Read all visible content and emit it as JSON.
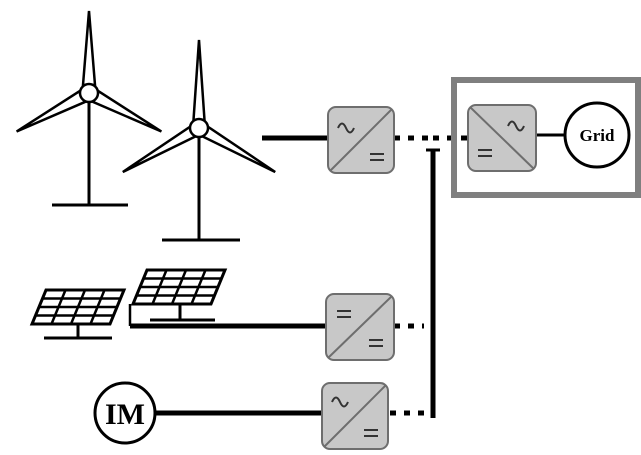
{
  "diagram": {
    "grid_label": "Grid",
    "motor_label": "IM",
    "colors": {
      "line": "#000000",
      "converter_fill": "#c8c8c8",
      "converter_stroke": "#6e6e6e",
      "grid_box_stroke": "#7f7f7f",
      "panel_stroke": "#000000",
      "background": "#ffffff"
    },
    "nodes": [
      {
        "id": "wind-turbines",
        "kind": "source",
        "icon": "wind-turbine-icon"
      },
      {
        "id": "solar-panels",
        "kind": "source",
        "icon": "solar-panel-icon"
      },
      {
        "id": "induction-machine",
        "kind": "source",
        "icon": "induction-machine-icon"
      },
      {
        "id": "wind-converter",
        "kind": "converter",
        "type": "ac-dc"
      },
      {
        "id": "solar-converter",
        "kind": "converter",
        "type": "dc-dc"
      },
      {
        "id": "motor-converter",
        "kind": "converter",
        "type": "ac-dc"
      },
      {
        "id": "grid-inverter",
        "kind": "converter",
        "type": "dc-ac"
      },
      {
        "id": "grid",
        "kind": "load"
      }
    ]
  }
}
